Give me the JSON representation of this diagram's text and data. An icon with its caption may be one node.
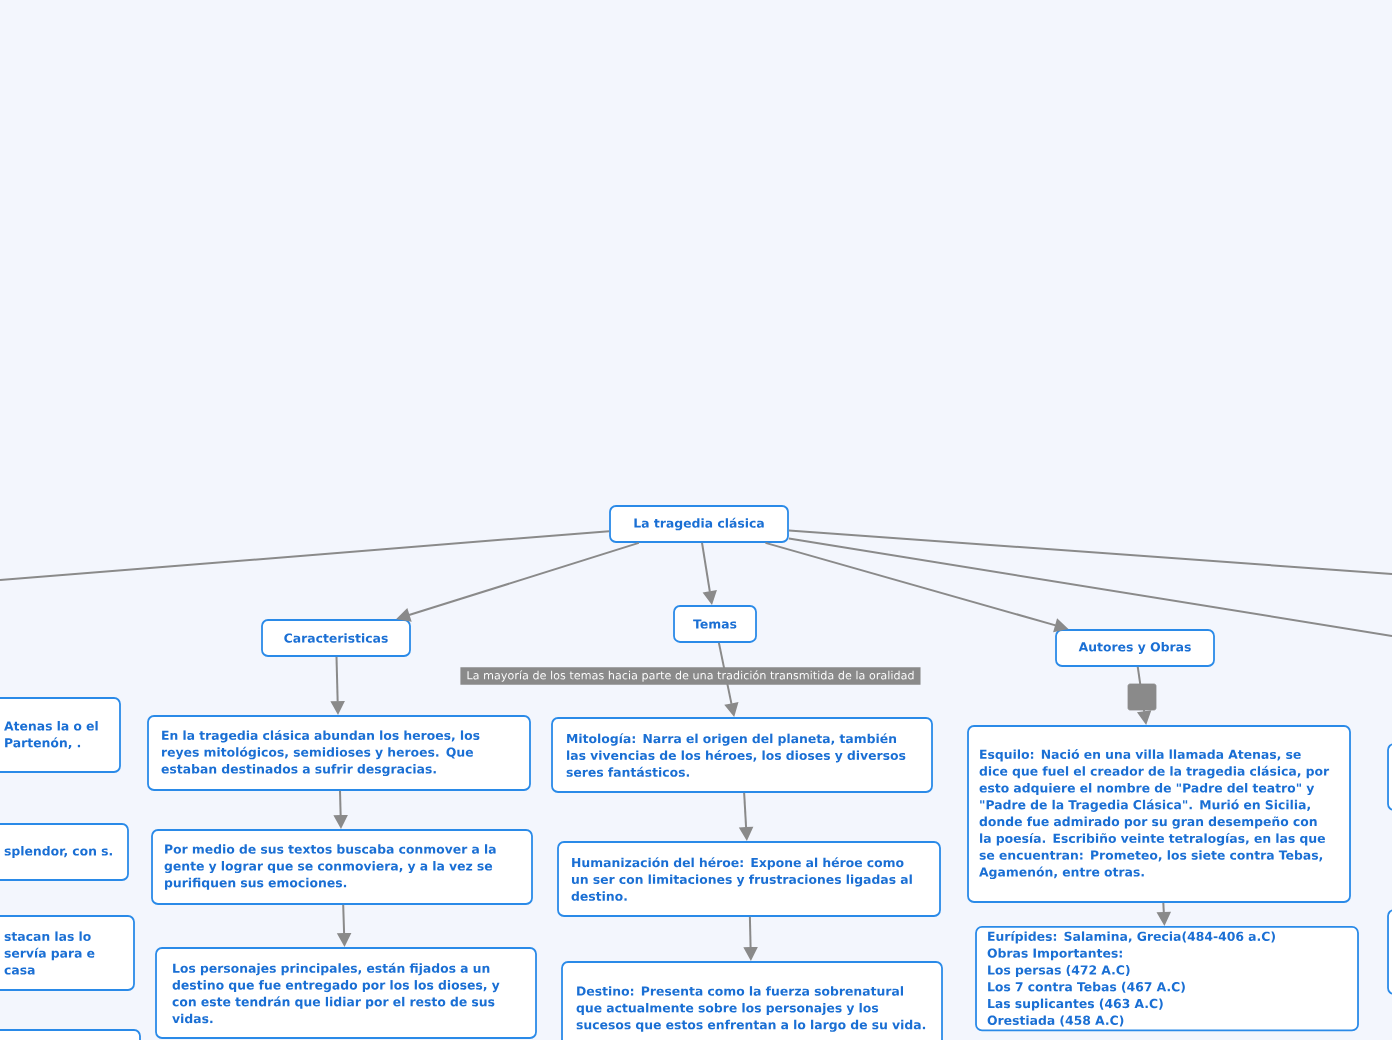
{
  "diagram": {
    "nodes": [
      {
        "text": [
          "La tragedia clásica"
        ]
      },
      {
        "text": [
          "Caracteristicas"
        ]
      },
      {
        "text": [
          "Temas"
        ]
      },
      {
        "text": [
          "Autores y Obras"
        ]
      },
      {
        "text": [
          "En la tragedia clásica abundan los heroes, los reyes mitológicos, semidioses y heroes. Que estaban destinados a sufrir desgracias."
        ]
      },
      {
        "text": [
          "Por medio de sus textos buscaba conmover a la gente y lograr que se conmoviera, y a la vez se purifiquen sus emociones."
        ]
      },
      {
        "text": [
          "Los personajes principales, están fijados a un destino que fue entregado por los los dioses, y con este tendrán que lidiar por el resto de sus vidas."
        ]
      },
      {
        "text": [
          "Mitología: Narra el origen del planeta, también las vivencias de los héroes, los dioses y diversos seres fantásticos."
        ]
      },
      {
        "text": [
          "Humanización del héroe: Expone al héroe como un ser con limitaciones y frustraciones ligadas al destino."
        ]
      },
      {
        "text": [
          "Destino: Presenta como la fuerza sobrenatural que actualmente sobre los personajes y los sucesos que estos enfrentan a lo largo de su vida."
        ]
      },
      {
        "text": [
          "Esquilo:  Nació en una villa llamada Atenas, se dice que fuel el creador de la tragedia clásica, por esto adquiere el nombre de \"Padre del teatro\" y \"Padre de la Tragedia Clásica\". Murió en Sicilia, donde fue admirado por su gran desempeño con la poesía. Escribiño veinte tetralogías, en las que se encuentran: Prometeo, los siete contra Tebas, Agamenón, entre otras."
        ]
      },
      {
        "text": [
          "Eurípides: Salamina, Grecia(484-406 a.C)",
          "Obras Importantes:",
          "Los persas (472 A.C)",
          "Los 7 contra Tebas (467 A.C)",
          "Las suplicantes (463 A.C)",
          "Orestiada (458 A.C)"
        ]
      },
      {
        "text": [
          "Atenas la o el Partenón, ."
        ]
      },
      {
        "text": [
          "splendor, con s."
        ]
      },
      {
        "text": [
          "stacan las lo servía para e casa"
        ]
      },
      {
        "text": [],
        "shape": "box"
      },
      {
        "text": [],
        "shape": "box"
      },
      {
        "text": [],
        "shape": "box"
      }
    ],
    "edges": [
      {
        "from": 0,
        "to": 1,
        "arrow": "to"
      },
      {
        "from": 0,
        "to": 2,
        "arrow": "to"
      },
      {
        "from": 0,
        "to": 3,
        "arrow": "to"
      },
      {
        "from": 0,
        "to": null,
        "arrow": "none"
      },
      {
        "from": 0,
        "to": null,
        "arrow": "none"
      },
      {
        "from": 0,
        "to": null,
        "arrow": "none"
      },
      {
        "from": 1,
        "to": 4,
        "arrow": "to"
      },
      {
        "from": 4,
        "to": 5,
        "arrow": "to"
      },
      {
        "from": 5,
        "to": 6,
        "arrow": "to"
      },
      {
        "from": 2,
        "to": 7,
        "arrow": "to"
      },
      {
        "from": 7,
        "to": 8,
        "arrow": "to"
      },
      {
        "from": 8,
        "to": 9,
        "arrow": "to"
      },
      {
        "from": 3,
        "to": 10,
        "arrow": "to"
      },
      {
        "from": 10,
        "to": 11,
        "arrow": "to"
      }
    ],
    "labels": [
      "La mayoría de los temas hacia parte de una tradición transmitida de la oralidad"
    ]
  }
}
